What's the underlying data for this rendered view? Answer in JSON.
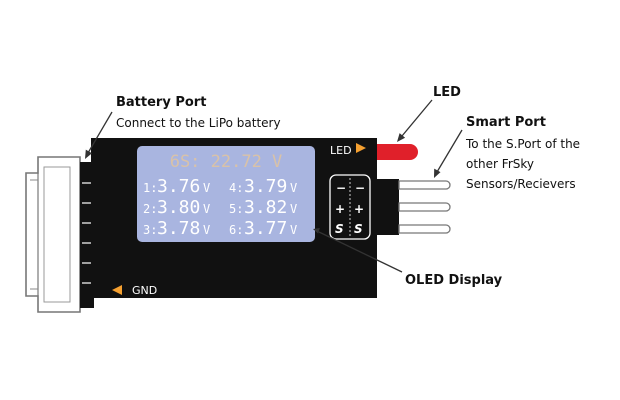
{
  "labels": {
    "battery_port_title": "Battery Port",
    "battery_port_desc": "Connect to the LiPo battery",
    "led_title": "LED",
    "smart_port_title": "Smart Port",
    "smart_port_desc": [
      "To the S.Port of the",
      "other FrSky",
      "Sensors/Recievers"
    ],
    "oled_display_title": "OLED Display"
  },
  "device": {
    "led_label": "LED",
    "gnd_label": "GND",
    "port_symbols": [
      "−",
      "−",
      "+",
      "+",
      "S",
      "S"
    ]
  },
  "oled": {
    "header": "6S: 22.72 V",
    "cells": [
      {
        "index": "1:",
        "value": "3.76",
        "unit": "V"
      },
      {
        "index": "4:",
        "value": "3.79",
        "unit": "V"
      },
      {
        "index": "2:",
        "value": "3.80",
        "unit": "V"
      },
      {
        "index": "5:",
        "value": "3.82",
        "unit": "V"
      },
      {
        "index": "3:",
        "value": "3.78",
        "unit": "V"
      },
      {
        "index": "6:",
        "value": "3.77",
        "unit": "V"
      }
    ]
  },
  "colors": {
    "body": "#111111",
    "screen": "#a9b5e0",
    "header_text": "#d9c2a8",
    "cell_text": "#ffffff",
    "accent_orange": "#f5a030",
    "led_red": "#e0202a",
    "connector_grey": "#777777"
  },
  "icons": {
    "led_pointer": "orange-triangle-right",
    "gnd_pointer": "orange-triangle-left"
  }
}
